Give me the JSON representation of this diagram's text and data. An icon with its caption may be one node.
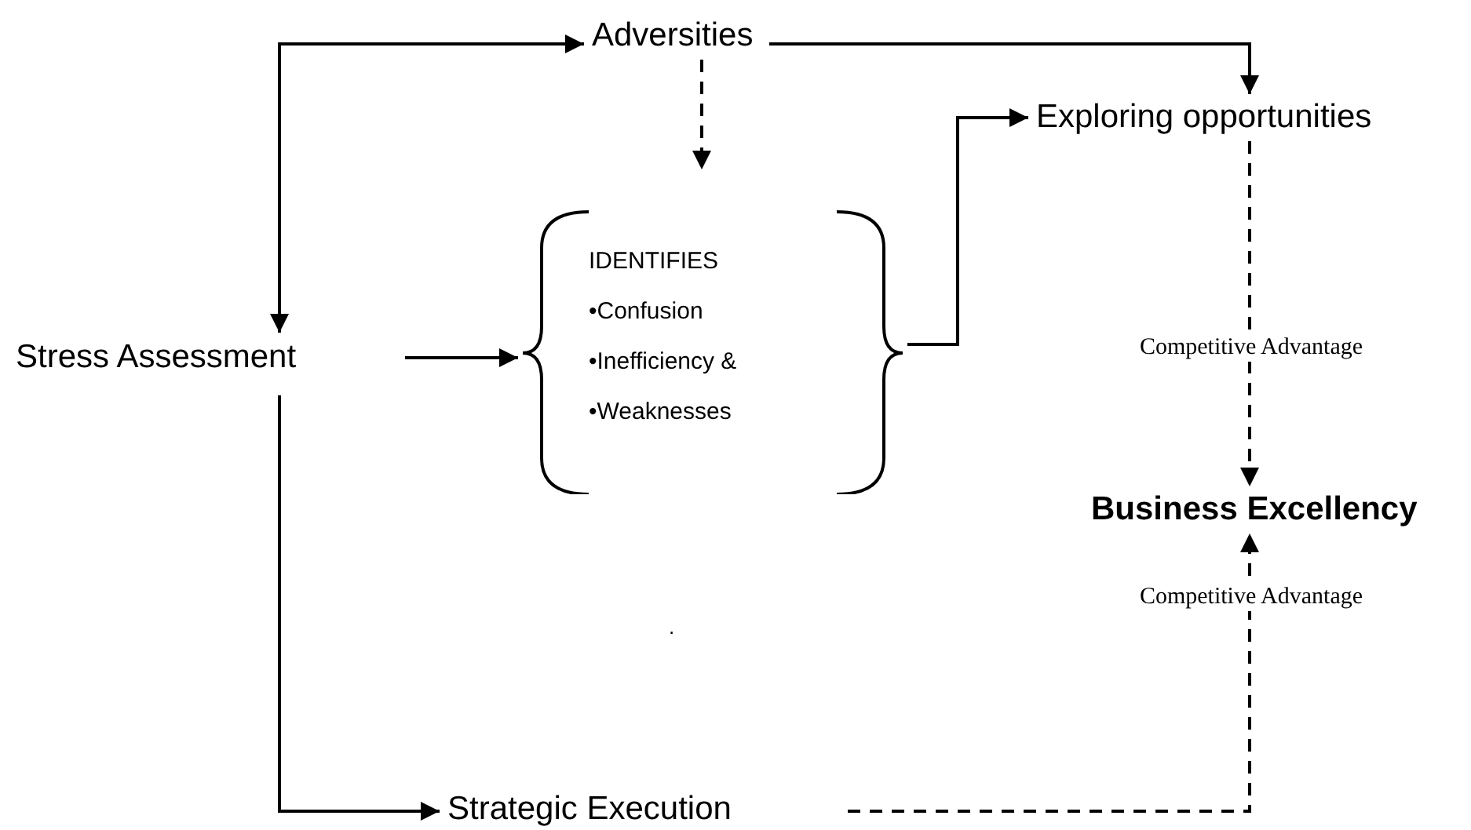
{
  "diagram": {
    "nodes": [
      {
        "text": [
          "Adversities"
        ]
      },
      {
        "text": [
          "Stress Assessment"
        ]
      },
      {
        "text": [
          "IDENTIFIES",
          "•Confusion",
          "•Inefficiency &",
          "•Weaknesses"
        ]
      },
      {
        "text": [
          "Exploring opportunities"
        ]
      },
      {
        "text": [
          "Business Excellency"
        ]
      },
      {
        "text": [
          "Strategic Execution"
        ]
      }
    ],
    "edges": [
      {
        "from": 1,
        "to": 0,
        "arrow": "both"
      },
      {
        "from": 0,
        "to": 2,
        "arrow": "to",
        "style": "dashed"
      },
      {
        "from": 1,
        "to": 2,
        "arrow": "to"
      },
      {
        "from": 2,
        "to": 3,
        "arrow": "to"
      },
      {
        "from": 0,
        "to": 3,
        "arrow": "to"
      },
      {
        "from": 3,
        "to": 4,
        "arrow": "to",
        "style": "dashed",
        "label": "Competitive Advantage"
      },
      {
        "from": 1,
        "to": 5,
        "arrow": "to"
      },
      {
        "from": 5,
        "to": 4,
        "arrow": "to",
        "style": "dashed",
        "label": "Competitive Advantage"
      }
    ],
    "labels": [
      "."
    ]
  }
}
